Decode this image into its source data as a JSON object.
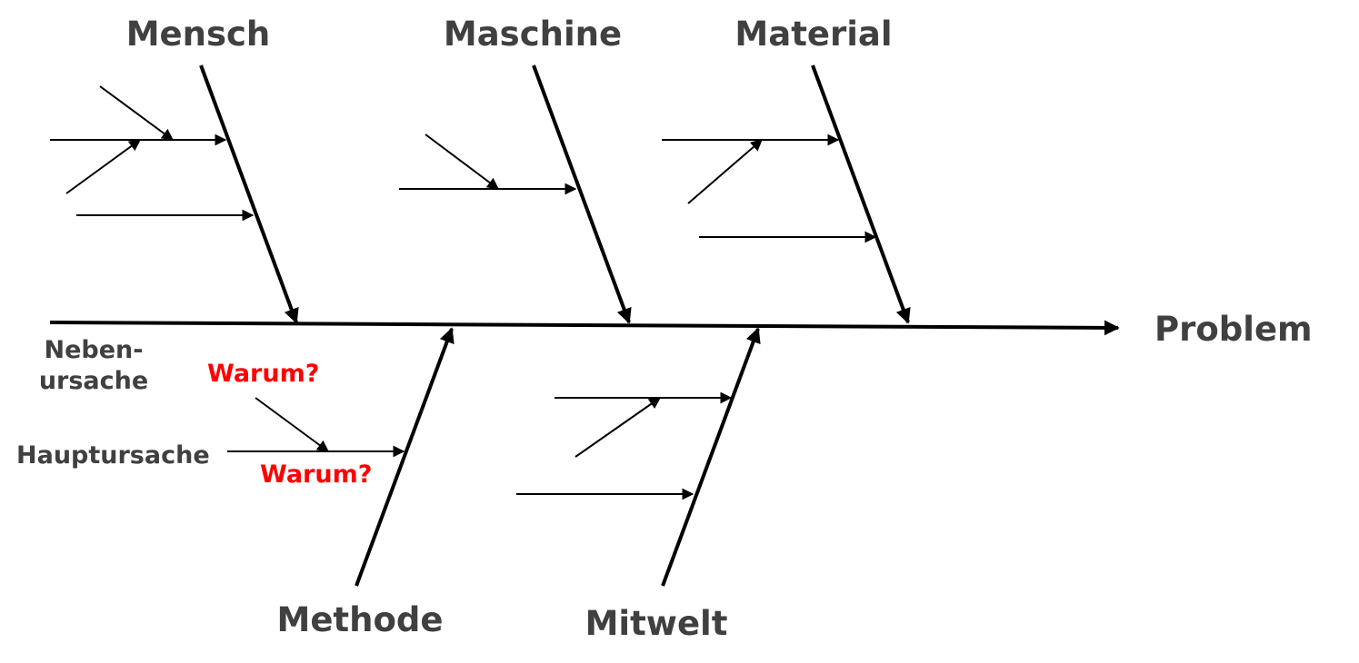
{
  "colors": {
    "label": "#404040",
    "warum": "#ff0000",
    "line": "#000000"
  },
  "categories": {
    "mensch": "Mensch",
    "maschine": "Maschine",
    "material": "Material",
    "methode": "Methode",
    "mitwelt": "Mitwelt"
  },
  "effect": "Problem",
  "legend": {
    "neben_line1": "Neben-",
    "neben_line2": "ursache",
    "haupt": "Hauptursache",
    "warum_upper": "Warum?",
    "warum_lower": "Warum?"
  }
}
